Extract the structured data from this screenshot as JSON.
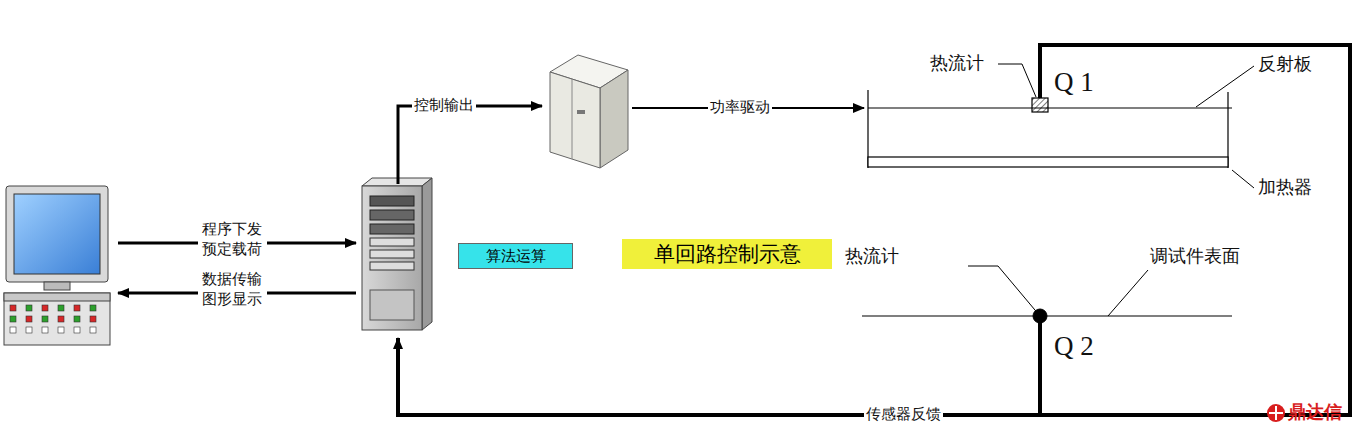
{
  "diagram": {
    "nodes": [
      {
        "text": [
          "算法运算"
        ]
      },
      {
        "text": [
          "单回路控制示意"
        ]
      }
    ],
    "labels": [
      "程序下发 预定载荷",
      "数据传输 图形显示",
      "控制输出",
      "功率驱动",
      "热流计",
      "Q 1",
      "反射板",
      "加热器",
      "热流计",
      "调试件表面",
      "Q 2",
      "传感器反馈",
      "鼎达信"
    ]
  }
}
